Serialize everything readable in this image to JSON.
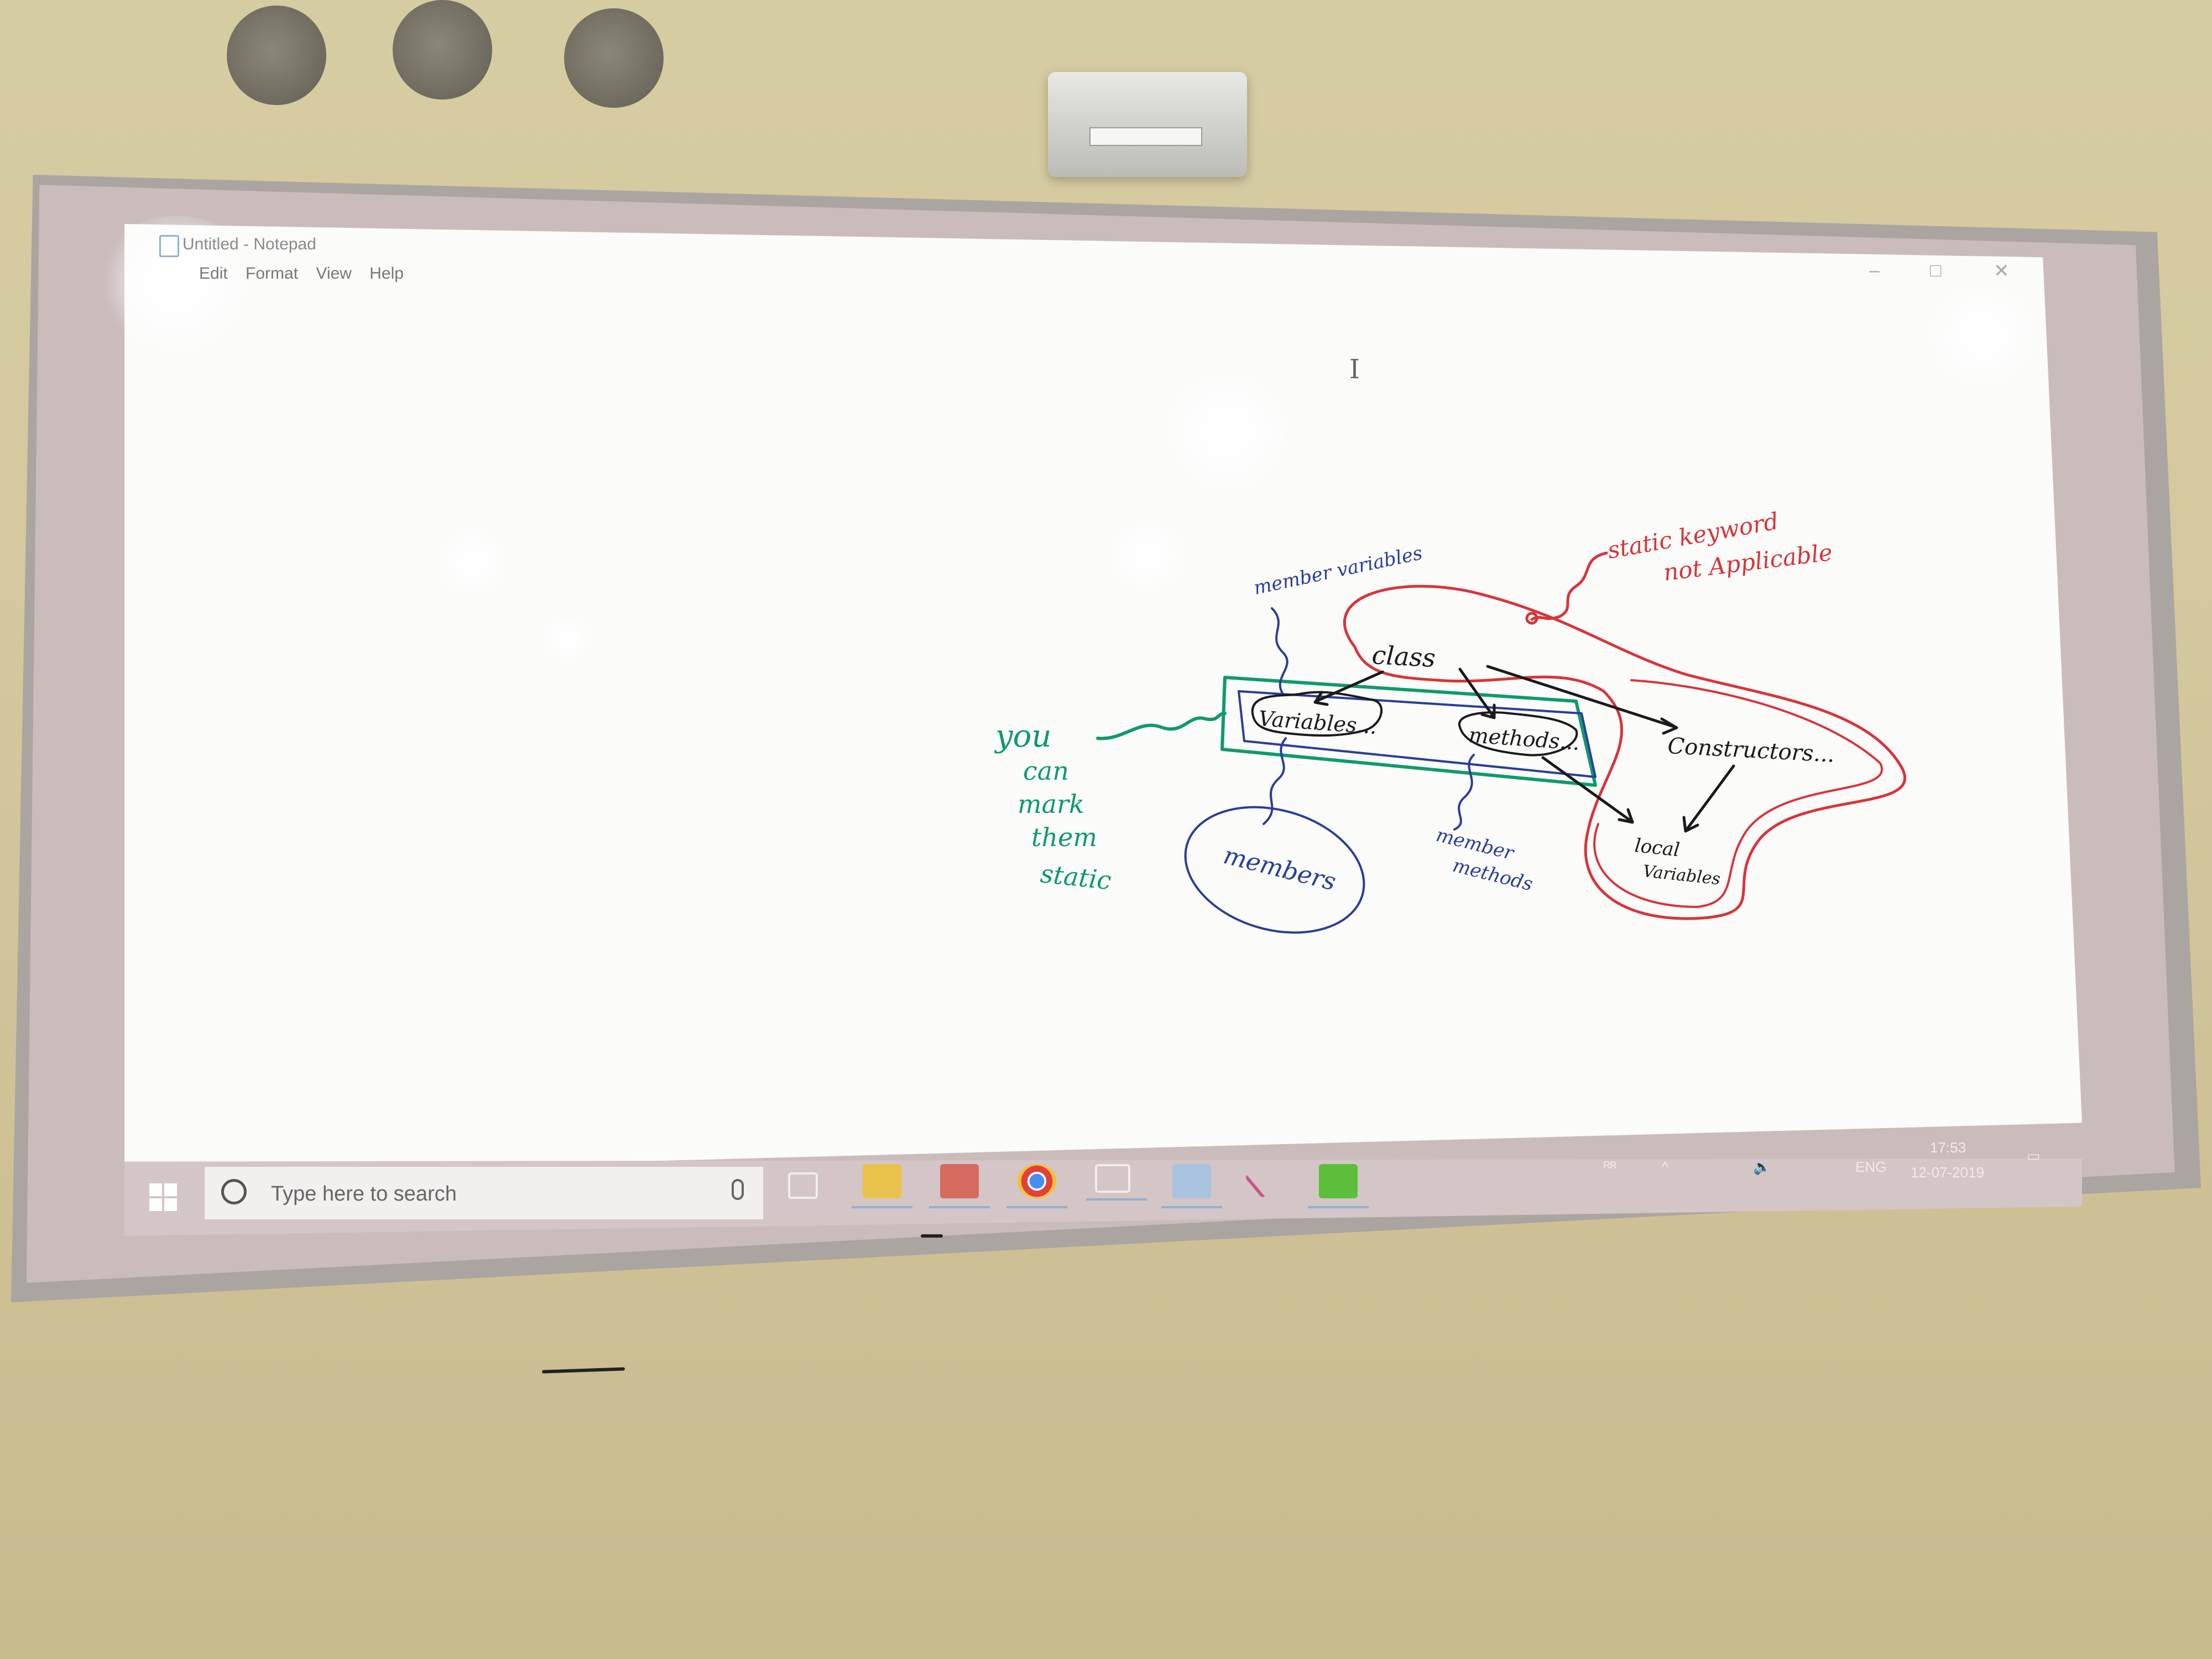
{
  "notepad": {
    "title": "Untitled - Notepad",
    "menu": [
      "Edit",
      "Format",
      "View",
      "Help"
    ],
    "controls": {
      "minimize": "–",
      "maximize": "□",
      "close": "✕"
    }
  },
  "whiteboard": {
    "class_label": "class",
    "variables_label": "Variables...",
    "methods_label": "methods...",
    "constructors_label": "Constructors...",
    "local_variables_line1": "local",
    "local_variables_line2": "Variables",
    "member_variables_label": "member variables",
    "member_methods_line1": "member",
    "member_methods_line2": "methods",
    "members_label": "members",
    "static_note_line1": "static keyword",
    "static_note_line2": "not Applicable",
    "green_note": [
      "you",
      "can",
      "mark",
      "them",
      "static"
    ],
    "colors": {
      "black": "#1a1a1a",
      "blue": "#2a3d9a",
      "red": "#d8343a",
      "green": "#0f9a6e"
    }
  },
  "taskbar": {
    "search_placeholder": "Type here to search",
    "tray_lang": "ENG",
    "tray_time": "17:53",
    "tray_date": "12-07-2019",
    "pinned_icons": [
      "task-view-icon",
      "file-explorer-icon",
      "paint-icon",
      "chrome-icon",
      "window-icon",
      "store-icon",
      "tool-icon",
      "camtasia-icon"
    ]
  }
}
